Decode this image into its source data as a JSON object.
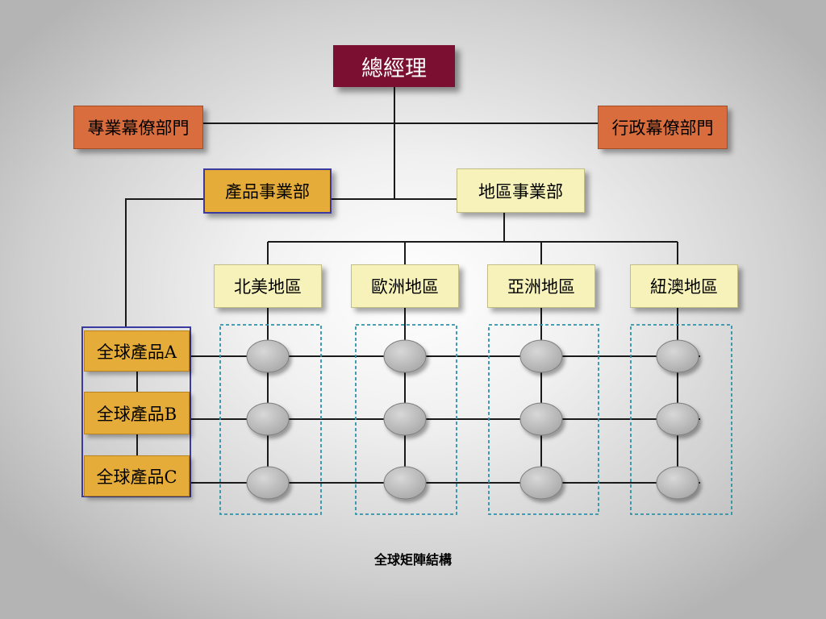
{
  "ceo": {
    "label": "總經理"
  },
  "staff": {
    "professional": "專業幕僚部門",
    "administrative": "行政幕僚部門"
  },
  "divisions": {
    "product": "產品事業部",
    "region": "地區事業部"
  },
  "regions": [
    "北美地區",
    "歐洲地區",
    "亞洲地區",
    "紐澳地區"
  ],
  "products": [
    "全球產品A",
    "全球產品B",
    "全球產品C"
  ],
  "caption": "全球矩陣結構",
  "colors": {
    "ceo": "#7a0f31",
    "staff": "#d96d3e",
    "product": "#e6ac3a",
    "region": "#f6f2b9",
    "product_group_border": "#3b3aa0",
    "region_group_border": "#2f93a8",
    "node": "#b5b5b5"
  }
}
